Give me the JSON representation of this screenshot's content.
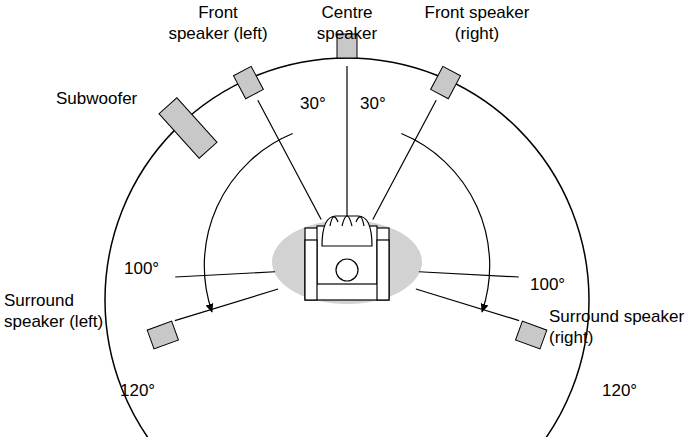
{
  "diagram": {
    "labels": [
      "Front speaker (left)",
      "Centre speaker",
      "Front speaker (right)",
      "Subwoofer",
      "30°",
      "30°",
      "100°",
      "100°",
      "Surround speaker (left)",
      "Surround speaker (right)",
      "120°",
      "120°"
    ]
  }
}
